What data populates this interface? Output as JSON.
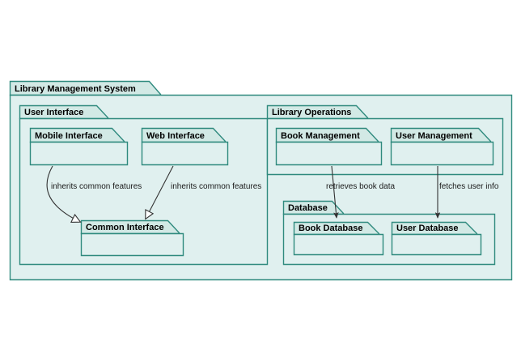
{
  "diagram": {
    "type": "uml-package-diagram",
    "title": "Library Management System",
    "background": "#ffffff",
    "colors": {
      "body_fill": "#e0f0ef",
      "header_fill": "#d2e9e5",
      "stroke": "#2f8a7e",
      "edge_stroke": "#333333",
      "text": "#000000"
    }
  },
  "packages": {
    "root": {
      "label": "Library Management System"
    },
    "user_interface": {
      "label": "User Interface"
    },
    "library_operations": {
      "label": "Library Operations"
    },
    "database": {
      "label": "Database"
    },
    "mobile_interface": {
      "label": "Mobile Interface"
    },
    "web_interface": {
      "label": "Web Interface"
    },
    "common_interface": {
      "label": "Common Interface"
    },
    "book_management": {
      "label": "Book Management"
    },
    "user_management": {
      "label": "User Management"
    },
    "book_database": {
      "label": "Book Database"
    },
    "user_database": {
      "label": "User Database"
    }
  },
  "edges": [
    {
      "id": "mobile-to-common",
      "label": "inherits common features",
      "from": "mobile_interface",
      "to": "common_interface",
      "arrowhead": "hollow-triangle",
      "style": "curved"
    },
    {
      "id": "web-to-common",
      "label": "inherits common features",
      "from": "web_interface",
      "to": "common_interface",
      "arrowhead": "hollow-triangle",
      "style": "straight"
    },
    {
      "id": "book-mgmt-to-book-db",
      "label": "retrieves book data",
      "from": "book_management",
      "to": "book_database",
      "arrowhead": "filled-arrow",
      "style": "straight"
    },
    {
      "id": "user-mgmt-to-user-db",
      "label": "fetches user info",
      "from": "user_management",
      "to": "user_database",
      "arrowhead": "filled-arrow",
      "style": "straight"
    }
  ]
}
